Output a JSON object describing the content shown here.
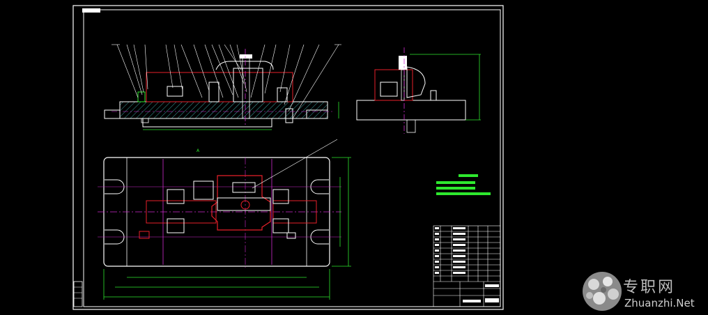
{
  "drawing": {
    "title_note": "",
    "requirements_heading": ""
  },
  "watermark": {
    "site_name_cn": "专职网",
    "site_url": "Zhuanzhi.Net",
    "logo": "gear-cluster-logo"
  },
  "colors": {
    "background": "#000000",
    "frame": "#ffffff",
    "part_red": "#e8202a",
    "dimension_green": "#2ee82e",
    "centerline_magenta": "#d02bd0",
    "hatch_cyan": "#3fd0d0",
    "leader_white": "#ffffff"
  }
}
